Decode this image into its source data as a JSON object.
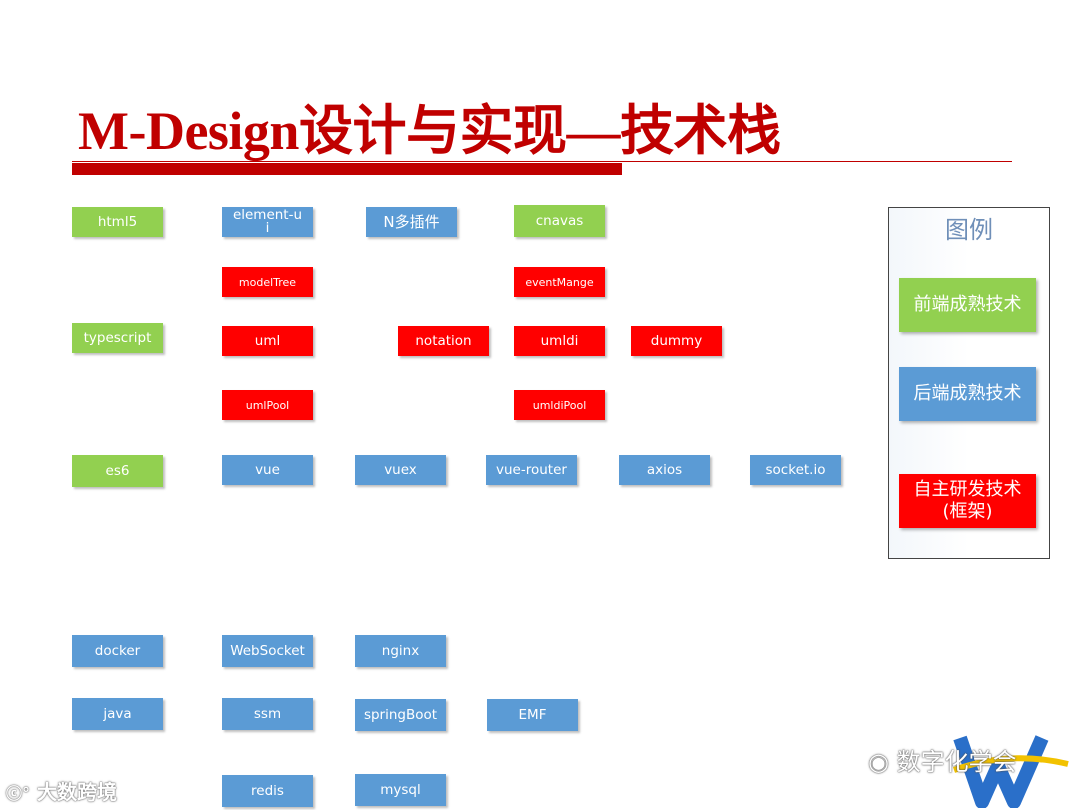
{
  "title": "M-Design设计与实现—技术栈",
  "colors": {
    "frontend_mature": "#92d050",
    "backend_mature": "#5b9bd5",
    "self_developed": "#ff0000",
    "title": "#c00000"
  },
  "boxes": {
    "html5": "html5",
    "element_ui": "element-ui",
    "n_plugins": "N多插件",
    "cnavas": "cnavas",
    "modelTree": "modelTree",
    "eventMange": "eventMange",
    "typescript": "typescript",
    "uml": "uml",
    "notation": "notation",
    "umldi": "umldi",
    "dummy": "dummy",
    "umlPool": "umlPool",
    "umldiPool": "umldiPool",
    "es6": "es6",
    "vue": "vue",
    "vuex": "vuex",
    "vue_router": "vue-router",
    "axios": "axios",
    "socket_io": "socket.io",
    "docker": "docker",
    "websocket": "WebSocket",
    "nginx": "nginx",
    "java": "java",
    "ssm": "ssm",
    "springBoot": "springBoot",
    "emf": "EMF",
    "redis": "redis",
    "mysql": "mysql"
  },
  "legend": {
    "title": "图例",
    "frontend": "前端成熟技术",
    "backend": "后端成熟技术",
    "self_dev": "自主研发技术\n(框架)"
  },
  "watermarks": {
    "left": "大数跨境",
    "right": "数字化学会"
  }
}
